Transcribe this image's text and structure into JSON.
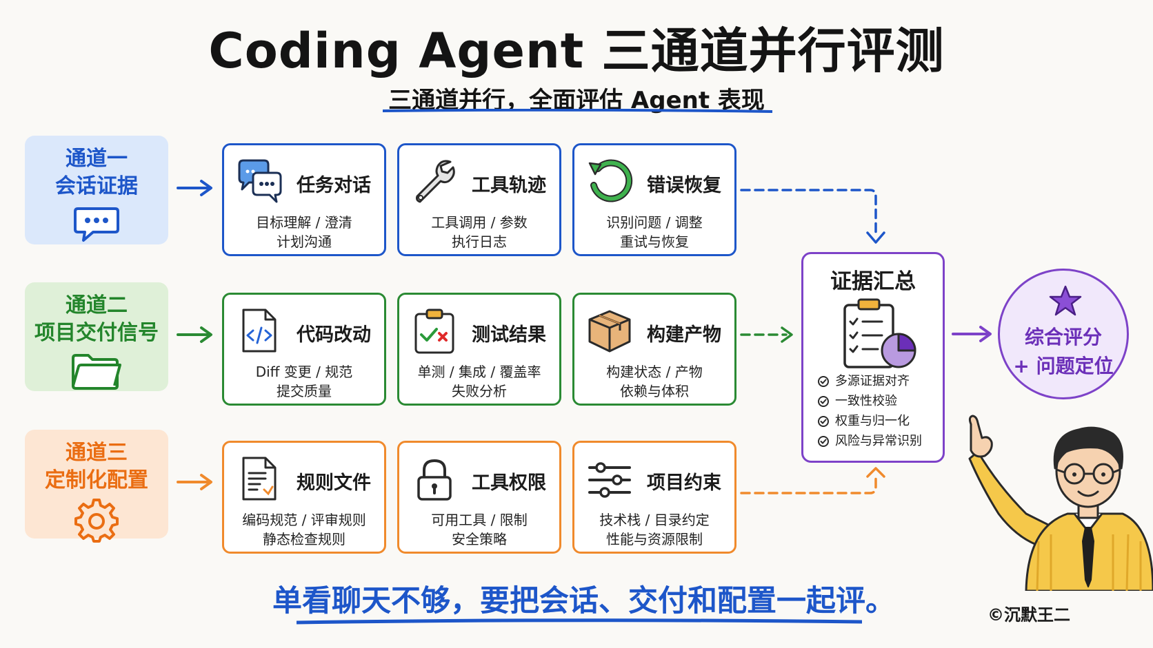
{
  "title": "Coding Agent 三通道并行评测",
  "subtitle": "三通道并行，全面评估 Agent 表现",
  "channels": [
    {
      "line1": "通道一",
      "line2": "会话证据",
      "icon": "chat-bubble-icon",
      "color": "#1d56c9"
    },
    {
      "line1": "通道二",
      "line2": "项目交付信号",
      "icon": "folder-icon",
      "color": "#23852b"
    },
    {
      "line1": "通道三",
      "line2": "定制化配置",
      "icon": "gear-icon",
      "color": "#ea6d12"
    }
  ],
  "cards": [
    [
      {
        "title": "任务对话",
        "desc1": "目标理解 / 澄清",
        "desc2": "计划沟通",
        "icon": "chat-icon"
      },
      {
        "title": "工具轨迹",
        "desc1": "工具调用 / 参数",
        "desc2": "执行日志",
        "icon": "wrench-icon"
      },
      {
        "title": "错误恢复",
        "desc1": "识别问题 / 调整",
        "desc2": "重试与恢复",
        "icon": "retry-icon"
      }
    ],
    [
      {
        "title": "代码改动",
        "desc1": "Diff 变更 / 规范",
        "desc2": "提交质量",
        "icon": "code-file-icon"
      },
      {
        "title": "测试结果",
        "desc1": "单测 / 集成 / 覆盖率",
        "desc2": "失败分析",
        "icon": "test-clipboard-icon"
      },
      {
        "title": "构建产物",
        "desc1": "构建状态 / 产物",
        "desc2": "依赖与体积",
        "icon": "package-icon"
      }
    ],
    [
      {
        "title": "规则文件",
        "desc1": "编码规范 / 评审规则",
        "desc2": "静态检查规则",
        "icon": "rules-document-icon"
      },
      {
        "title": "工具权限",
        "desc1": "可用工具 / 限制",
        "desc2": "安全策略",
        "icon": "lock-icon"
      },
      {
        "title": "项目约束",
        "desc1": "技术栈 / 目录约定",
        "desc2": "性能与资源限制",
        "icon": "sliders-icon"
      }
    ]
  ],
  "summary": {
    "title": "证据汇总",
    "items": [
      "多源证据对齐",
      "一致性校验",
      "权重与归一化",
      "风险与异常识别"
    ]
  },
  "result": {
    "line1": "综合评分",
    "line2": "+ 问题定位"
  },
  "bottom_text": "单看聊天不够，要把会话、交付和配置一起评。",
  "credit": "©沉默王二",
  "colors": {
    "blue": "#1d56c9",
    "green": "#2a8a33",
    "orange": "#f08a2c",
    "purple": "#7d42c8"
  }
}
